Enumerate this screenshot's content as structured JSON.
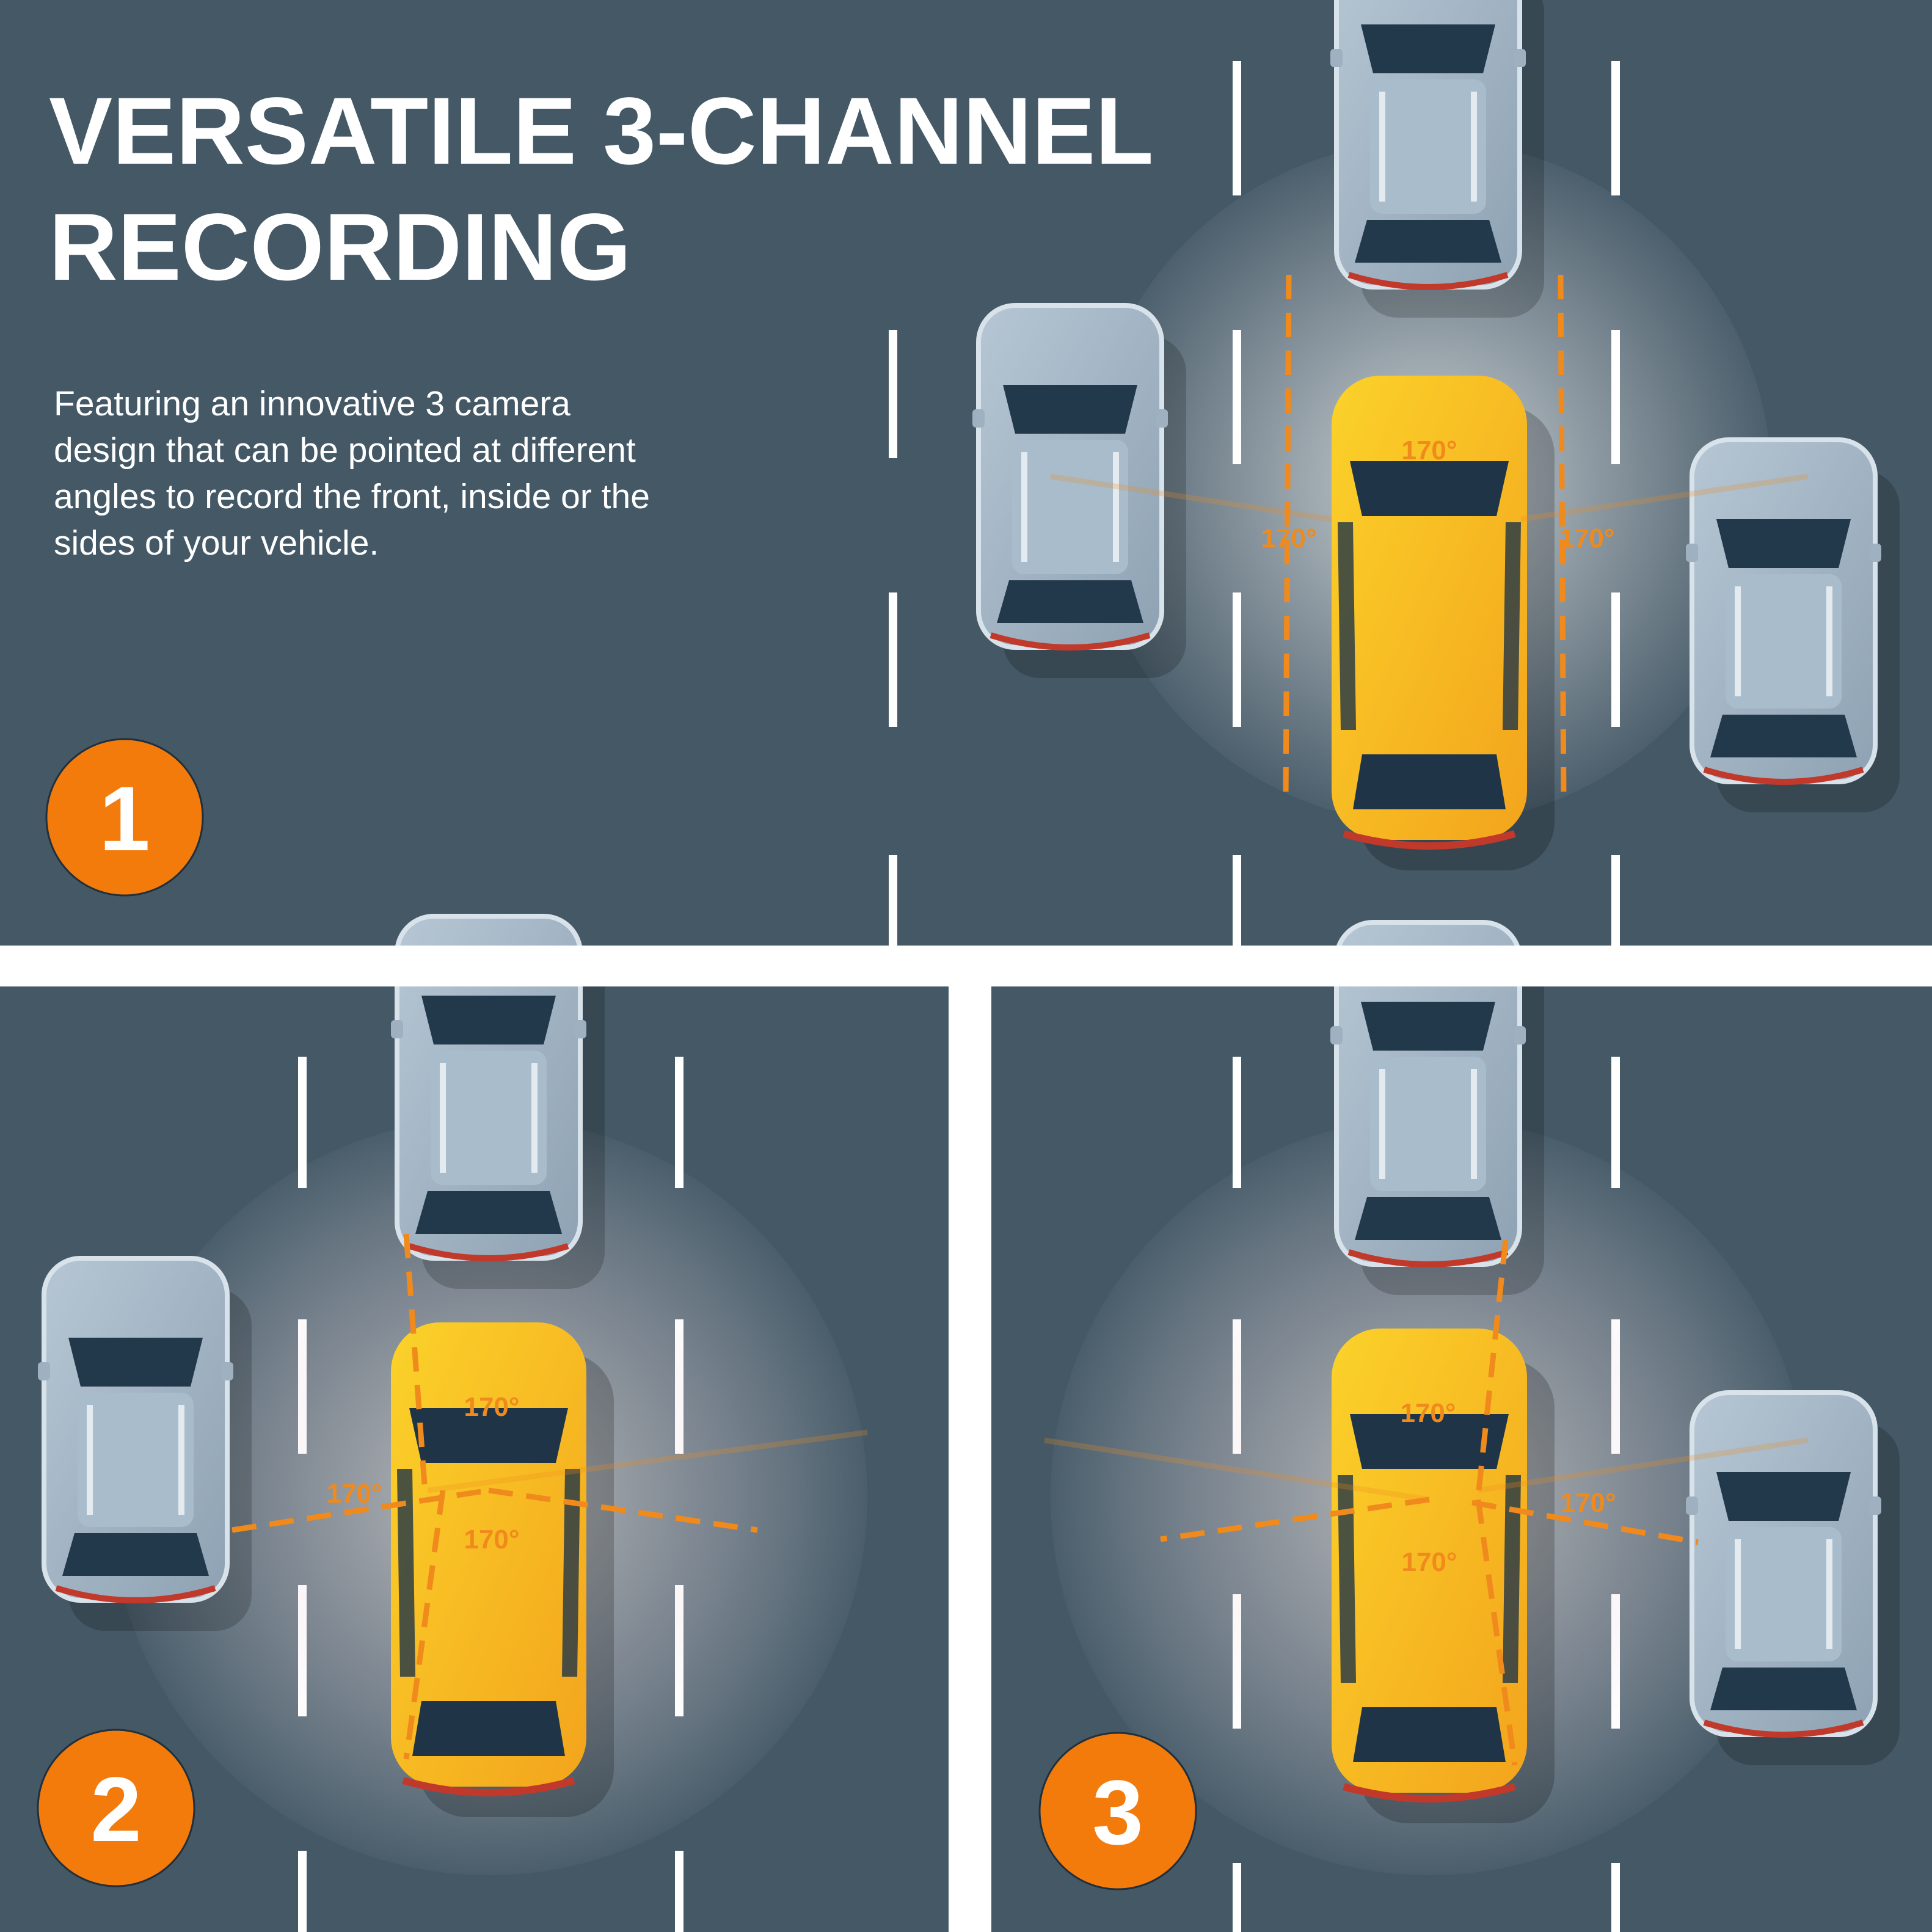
{
  "title": {
    "line1": "VERSATILE 3-CHANNEL",
    "line2": "RECORDING"
  },
  "description": {
    "lines": [
      "Featuring an innovative 3 camera",
      "design that can be pointed at different",
      "angles to record the front, inside or the",
      "sides of your vehicle."
    ]
  },
  "colors": {
    "road": "#445866",
    "accent_orange": "#f27b0c",
    "angle_label": "#f08a1c",
    "hero_car": "#f5b619",
    "other_car": "#9fb1c1",
    "divider": "#ffffff"
  },
  "panels": [
    {
      "number": "1",
      "angles": [
        "170°",
        "170°",
        "170°"
      ]
    },
    {
      "number": "2",
      "angles": [
        "170°",
        "170°",
        "170°"
      ]
    },
    {
      "number": "3",
      "angles": [
        "170°",
        "170°",
        "170°"
      ]
    }
  ]
}
